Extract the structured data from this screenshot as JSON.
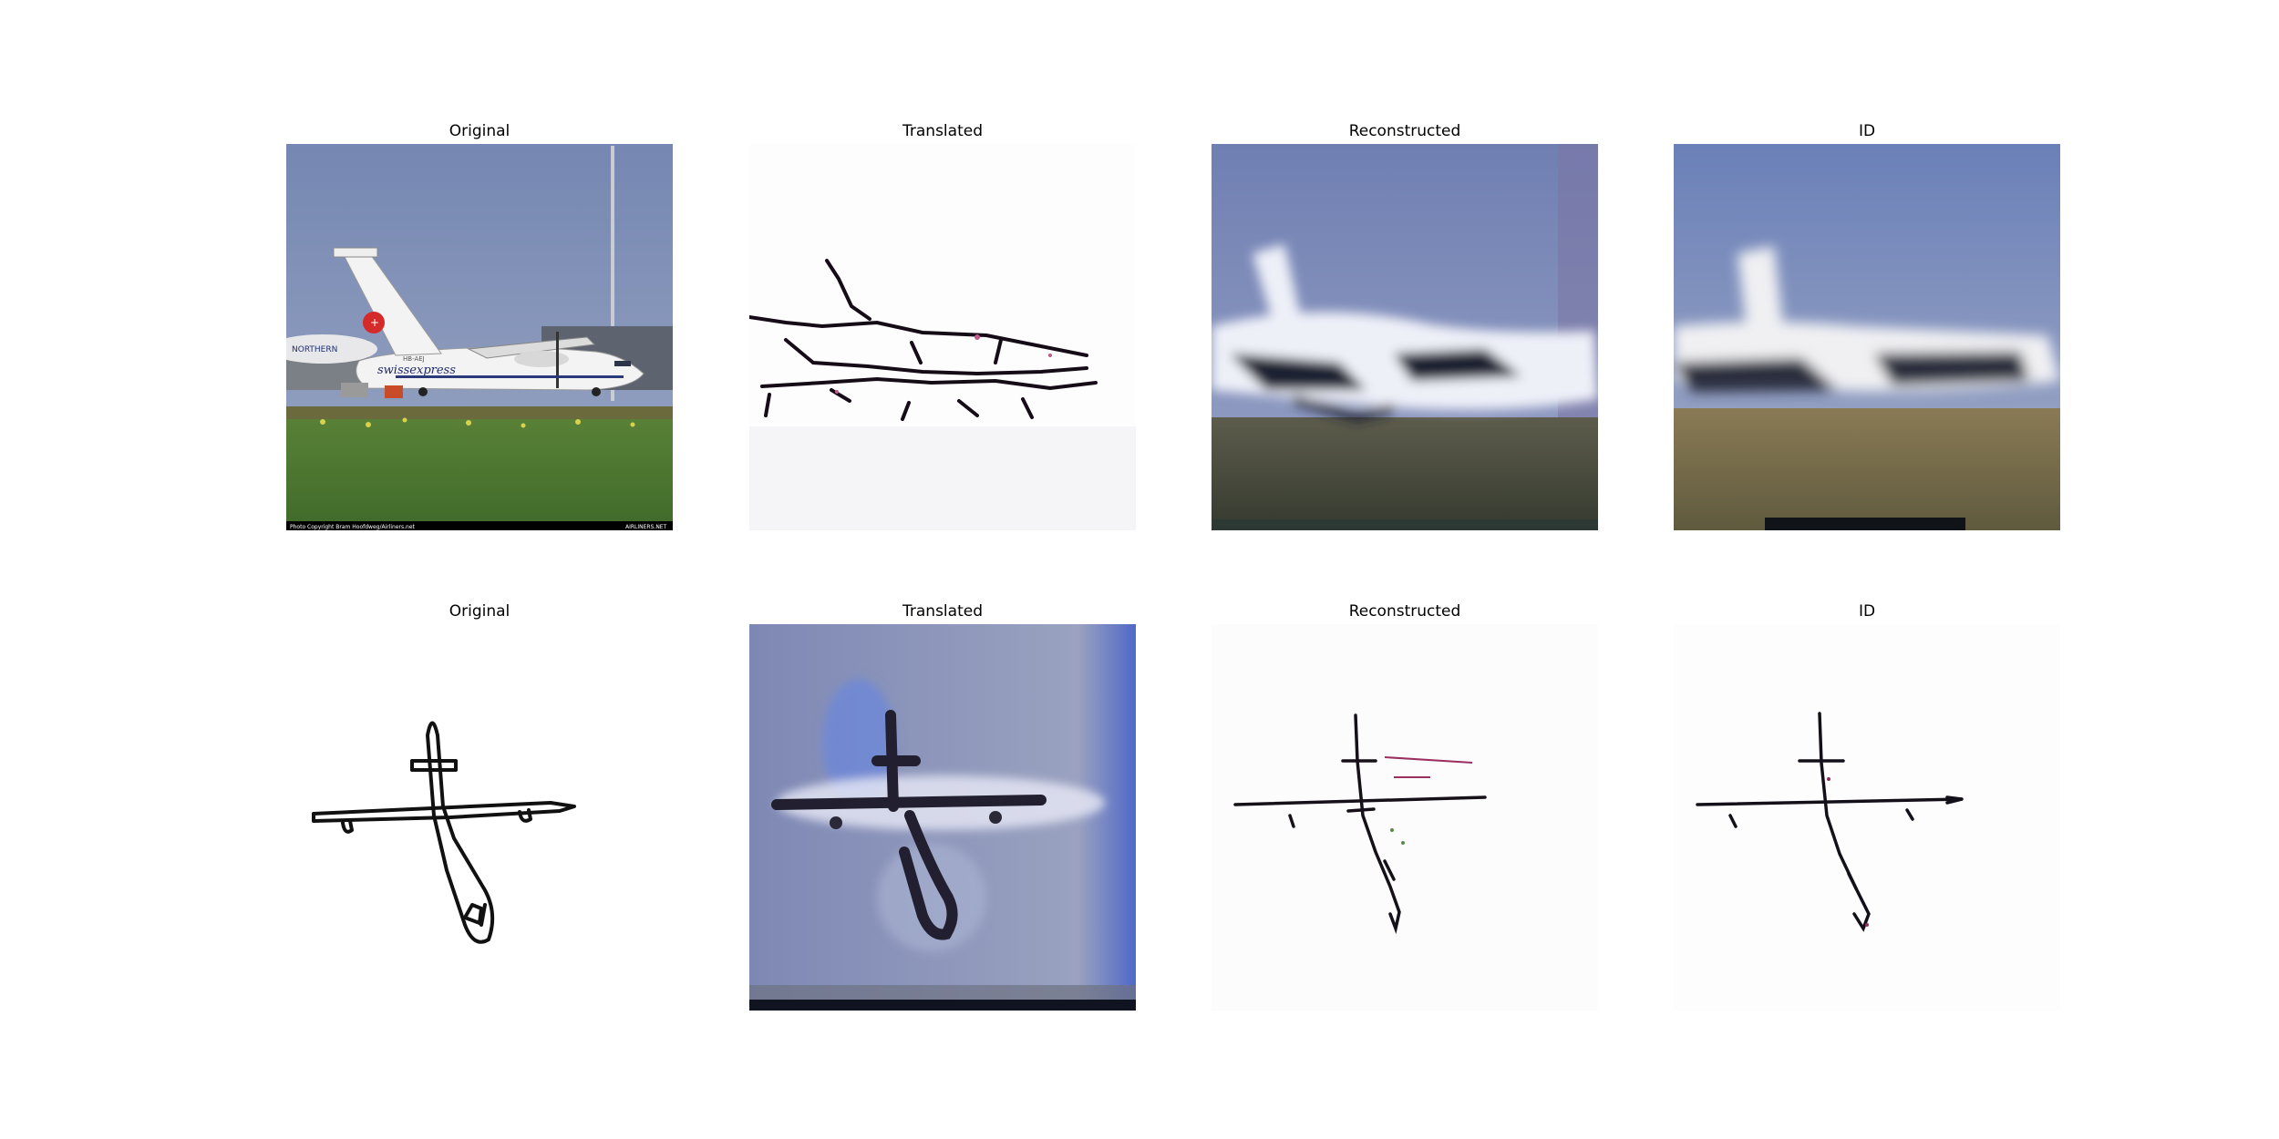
{
  "rows": [
    {
      "panels": [
        {
          "title": "Original",
          "content": "photo"
        },
        {
          "title": "Translated",
          "content": "sketch-from-photo"
        },
        {
          "title": "Reconstructed",
          "content": "blurry-photo"
        },
        {
          "title": "ID",
          "content": "blurry-photo-id"
        }
      ]
    },
    {
      "panels": [
        {
          "title": "Original",
          "content": "sketch"
        },
        {
          "title": "Translated",
          "content": "photo-from-sketch"
        },
        {
          "title": "Reconstructed",
          "content": "sketch-recon"
        },
        {
          "title": "ID",
          "content": "sketch-id"
        }
      ]
    }
  ],
  "photo_text": {
    "tail_word": "swissexpress",
    "side_word": "NORTHERN",
    "reg": "HB-AEJ",
    "copyright_left": "Photo Copyright Bram Hoofdweg/Airliners.net",
    "copyright_right": "AIRLINERS.NET"
  },
  "colors": {
    "sky": "#7b8db5",
    "grass": "#4f7a33",
    "plane_white": "#f3f3f3",
    "sketch_line": "#111111"
  }
}
